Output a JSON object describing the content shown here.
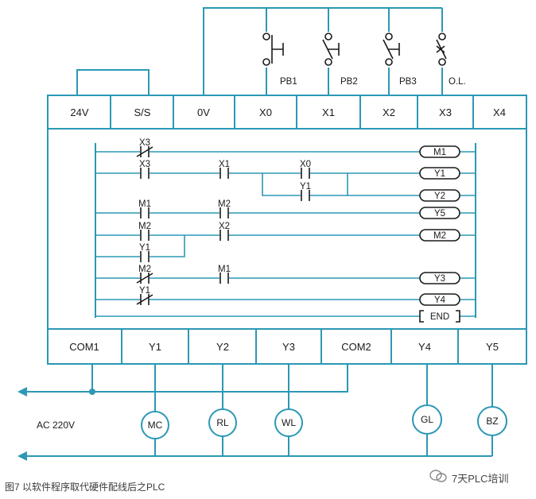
{
  "top_terminals": [
    "24V",
    "S/S",
    "0V",
    "X0",
    "X1",
    "X2",
    "X3",
    "X4"
  ],
  "bottom_terminals": [
    "COM1",
    "Y1",
    "Y2",
    "Y3",
    "COM2",
    "Y4",
    "Y5"
  ],
  "switches": [
    "PB1",
    "PB2",
    "PB3",
    "O.L."
  ],
  "ladder": {
    "contacts": [
      "X3",
      "X3",
      "X1",
      "X0",
      "Y1",
      "M1",
      "M2",
      "M2",
      "X2",
      "Y1",
      "M2",
      "M1",
      "Y1"
    ],
    "coils": [
      "M1",
      "Y1",
      "Y2",
      "Y5",
      "M2",
      "Y3",
      "Y4"
    ],
    "end": "END"
  },
  "supply_label": "AC 220V",
  "loads": [
    "MC",
    "RL",
    "WL",
    "GL",
    "BZ"
  ],
  "caption": "图7 以软件程序取代硬件配线后之PLC",
  "brand": "7天PLC培训",
  "colors": {
    "wire": "#2c98b5",
    "ink": "#1a1a1a"
  }
}
